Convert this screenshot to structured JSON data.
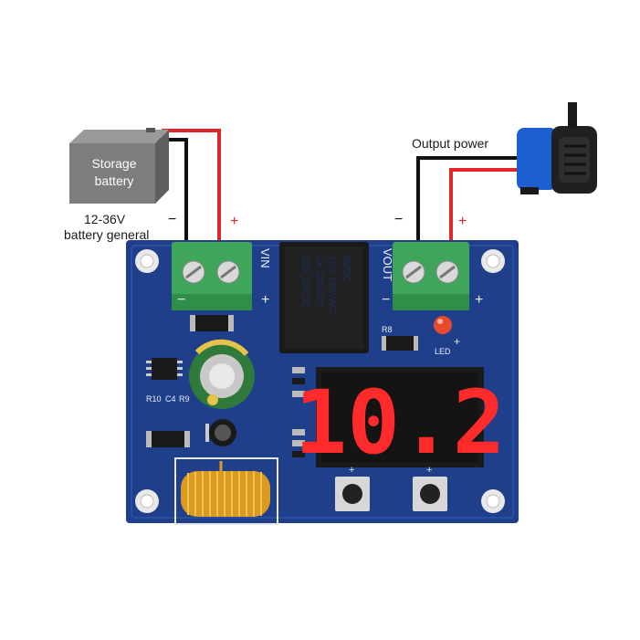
{
  "battery": {
    "label_line1": "Storage",
    "label_line2": "battery",
    "voltage": "12-36V",
    "general": "battery general",
    "minus": "−",
    "plus": "+"
  },
  "output": {
    "label": "Output power",
    "minus": "−",
    "plus": "+"
  },
  "board": {
    "vin_label": "VIN",
    "vout_label": "VOUT",
    "vin_minus": "−",
    "vin_plus": "+",
    "vout_minus": "−",
    "vout_plus": "+",
    "relay_lines": [
      "5VDC",
      "10A 120VAC",
      "6A 240VAC",
      "20A 18VDC"
    ],
    "display_value": "10.2",
    "led_label": "LED",
    "r8_label": "R8",
    "r10_label": "R10",
    "c4_label": "C4",
    "r9_label": "R9",
    "led_plus": "+",
    "btn1_plus": "+",
    "btn2_plus": "+"
  },
  "colors": {
    "pcb": "#1f3f8a",
    "wire_red": "#e0262b",
    "wire_black": "#111111",
    "terminal": "#3fa55a",
    "digit": "#ff2a2a",
    "battery": "#7d7d7d",
    "pump": "#1d5fd0"
  }
}
